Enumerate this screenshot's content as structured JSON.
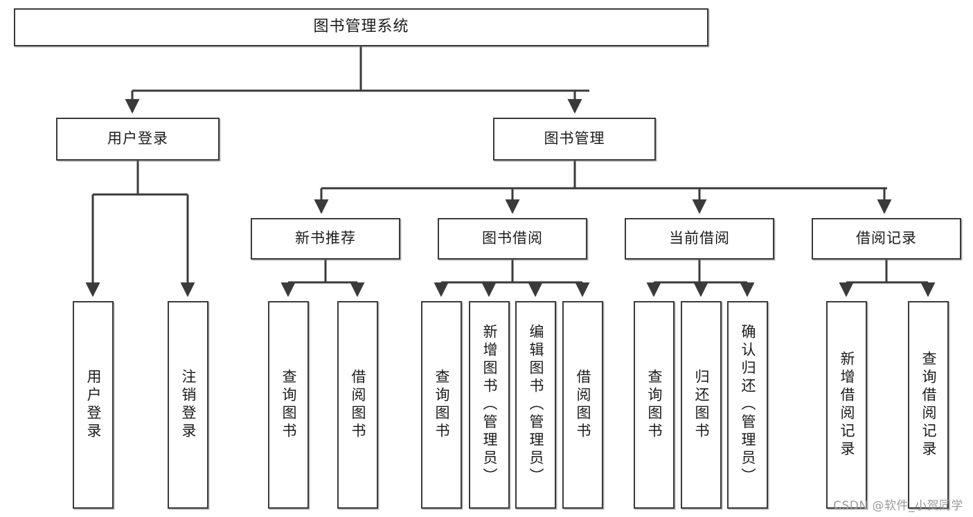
{
  "diagram": {
    "title": "图书管理系统",
    "type": "tree-hierarchy-diagram",
    "root": {
      "id": "root",
      "label": "图书管理系统"
    },
    "level1": [
      {
        "id": "user-login",
        "label": "用户登录"
      },
      {
        "id": "book-manage",
        "label": "图书管理"
      }
    ],
    "level2": [
      {
        "id": "new-book-rec",
        "label": "新书推荐",
        "parent": "book-manage"
      },
      {
        "id": "book-borrow",
        "label": "图书借阅",
        "parent": "book-manage"
      },
      {
        "id": "current-borrow",
        "label": "当前借阅",
        "parent": "book-manage"
      },
      {
        "id": "borrow-record",
        "label": "借阅记录",
        "parent": "book-manage"
      }
    ],
    "leaves": [
      {
        "id": "leaf-user-login",
        "label": "用户登录",
        "parent": "user-login"
      },
      {
        "id": "leaf-logout",
        "label": "注销登录",
        "parent": "user-login"
      },
      {
        "id": "leaf-query-book-1",
        "label": "查询图书",
        "parent": "new-book-rec"
      },
      {
        "id": "leaf-borrow-book-1",
        "label": "借阅图书",
        "parent": "new-book-rec"
      },
      {
        "id": "leaf-query-book-2",
        "label": "查询图书",
        "parent": "book-borrow"
      },
      {
        "id": "leaf-add-book",
        "label": "新增图书（管理员）",
        "parent": "book-borrow"
      },
      {
        "id": "leaf-edit-book",
        "label": "编辑图书（管理员）",
        "parent": "book-borrow"
      },
      {
        "id": "leaf-borrow-book-2",
        "label": "借阅图书",
        "parent": "book-borrow"
      },
      {
        "id": "leaf-query-book-3",
        "label": "查询图书",
        "parent": "current-borrow"
      },
      {
        "id": "leaf-return-book",
        "label": "归还图书",
        "parent": "current-borrow"
      },
      {
        "id": "leaf-confirm-return",
        "label": "确认归还（管理员）",
        "parent": "current-borrow"
      },
      {
        "id": "leaf-add-record",
        "label": "新增借阅记录",
        "parent": "borrow-record"
      },
      {
        "id": "leaf-query-record",
        "label": "查询借阅记录",
        "parent": "borrow-record"
      }
    ]
  },
  "watermark": {
    "text": "CSDN @软件_小贺同学"
  },
  "colors": {
    "box_border": "#3a3a3a",
    "box_fill": "#ffffff",
    "connector": "#3a3a3a",
    "text": "#1b1b1b",
    "watermark": "#9a9a9a",
    "background": "#ffffff"
  }
}
